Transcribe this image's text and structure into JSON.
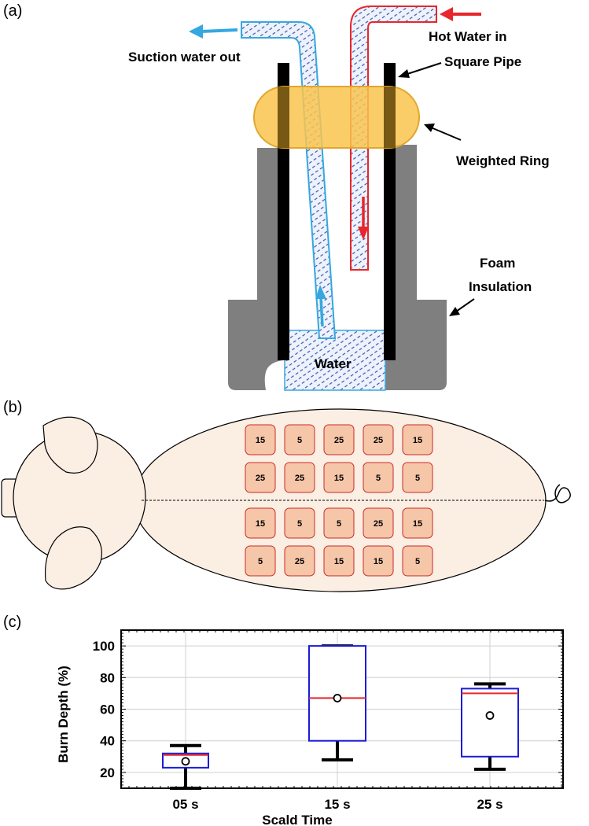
{
  "panel_labels": {
    "a": "(a)",
    "b": "(b)",
    "c": "(c)"
  },
  "diagram_a": {
    "suction_label": "Suction water out",
    "hot_water_label": "Hot Water in",
    "square_pipe_label": "Square Pipe",
    "weighted_ring_label": "Weighted Ring",
    "foam_label_1": "Foam",
    "foam_label_2": "Insulation",
    "water_label": "Water"
  },
  "diagram_b": {
    "grid": [
      [
        "15",
        "5",
        "25",
        "25",
        "15"
      ],
      [
        "25",
        "25",
        "15",
        "5",
        "5"
      ],
      [
        "15",
        "5",
        "5",
        "25",
        "15"
      ],
      [
        "5",
        "25",
        "15",
        "15",
        "5"
      ]
    ]
  },
  "colors": {
    "foam": "#7f7f7f",
    "black_pipe": "#000000",
    "ring_fill": "#f9c44f",
    "ring_stroke": "#e0a72a",
    "hot_pipe": "#e8262b",
    "cold_pipe": "#35a8e0",
    "water_hatch": "#3b57b8",
    "pig_fill": "#fbeee3",
    "cell_fill": "#f5c6a8",
    "cell_stroke": "#cc2a2a",
    "box_stroke": "#1b1bd9",
    "median": "#e8262b",
    "whisker": "#000000"
  },
  "chart_data": {
    "type": "box",
    "categories": [
      "05 s",
      "15 s",
      "25 s"
    ],
    "xlabel": "Scald Time",
    "ylabel": "Burn Depth (%)",
    "ylim": [
      10,
      110
    ],
    "yticks": [
      20,
      40,
      60,
      80,
      100
    ],
    "grid": true,
    "boxes": [
      {
        "category": "05 s",
        "whisker_low": 10,
        "q1": 23,
        "median": 31,
        "q3": 32,
        "whisker_high": 37,
        "mean": 27
      },
      {
        "category": "15 s",
        "whisker_low": 28,
        "q1": 40,
        "median": 67,
        "q3": 100,
        "whisker_high": 100,
        "mean": 67
      },
      {
        "category": "25 s",
        "whisker_low": 22,
        "q1": 30,
        "median": 70,
        "q3": 73,
        "whisker_high": 76,
        "mean": 56
      }
    ]
  }
}
